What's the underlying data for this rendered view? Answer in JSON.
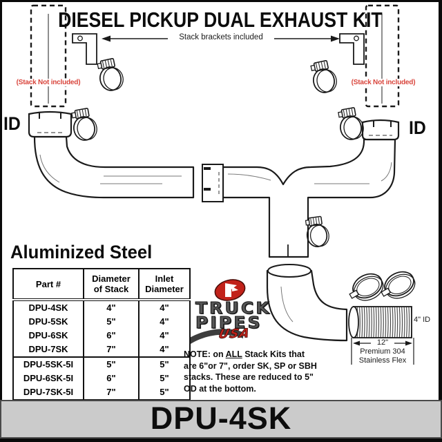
{
  "title": "DIESEL PICKUP DUAL EXHAUST KIT",
  "colors": {
    "red_note": "#d9453c",
    "logo_red": "#c1221a",
    "logo_gray": "#565656",
    "banner_bg": "#cbcbcb",
    "line_art": "#1a1a1a"
  },
  "diagram": {
    "brackets_label": "Stack brackets included",
    "stack_note_left": "(Stack Not included)",
    "stack_note_right": "(Stack Not included)",
    "id_left": "ID",
    "id_right": "ID"
  },
  "table": {
    "heading": "Aluminized Steel",
    "columns": [
      [
        "Part #",
        ""
      ],
      [
        "Diameter",
        "of Stack"
      ],
      [
        "Inlet",
        "Diameter"
      ]
    ],
    "group1": [
      [
        "DPU-4SK",
        "4\"",
        "4\""
      ],
      [
        "DPU-5SK",
        "5\"",
        "4\""
      ],
      [
        "DPU-6SK",
        "6\"",
        "4\""
      ],
      [
        "DPU-7SK",
        "7\"",
        "4\""
      ]
    ],
    "group2": [
      [
        "DPU-5SK-5I",
        "5\"",
        "5\""
      ],
      [
        "DPU-6SK-5I",
        "6\"",
        "5\""
      ],
      [
        "DPU-7SK-5I",
        "7\"",
        "5\""
      ]
    ]
  },
  "logo": {
    "word1": "TRUCK",
    "word2": "PIPES",
    "word3": "USA"
  },
  "note": {
    "l1a": "NOTE: on ",
    "l1b": "ALL",
    "l1c": " Stack Kits that",
    "l2": "are 6\"or 7\", order SK, SP or SBH",
    "l3": "stacks. These are reduced to 5\"",
    "l4": "OD at the bottom."
  },
  "flex": {
    "id_label": "4\" ID",
    "length": "12\"",
    "line1": "Premium 304",
    "line2": "Stainless Flex"
  },
  "footer": {
    "part_number": "DPU-4SK"
  }
}
